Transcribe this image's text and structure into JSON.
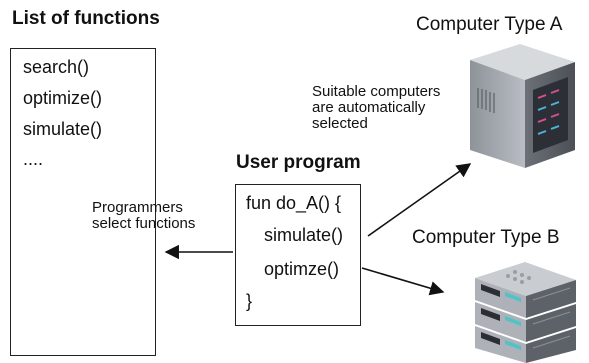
{
  "functions_panel": {
    "title": "List of functions",
    "items": [
      "search()",
      "optimize()",
      "simulate()",
      "...."
    ]
  },
  "programmer_note": [
    "Programmers",
    "select functions"
  ],
  "user_program": {
    "title": "User program",
    "lines": [
      "fun do_A() {",
      "simulate()",
      "optimze()",
      "}"
    ]
  },
  "auto_select_note": [
    "Suitable computers",
    "are automatically",
    "selected"
  ],
  "computer_a": {
    "label": "Computer Type A",
    "icon": "server-tower-icon"
  },
  "computer_b": {
    "label": "Computer Type B",
    "icon": "rack-server-icon"
  }
}
